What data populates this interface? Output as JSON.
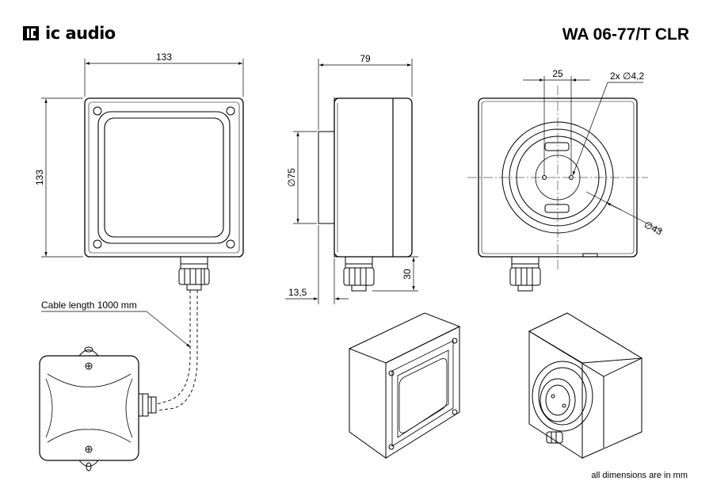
{
  "header": {
    "brand": "ic audio",
    "model": "WA 06-77/T CLR"
  },
  "dimensions": {
    "front_width": "133",
    "front_height": "133",
    "side_depth": "79",
    "side_diameter": "∅75",
    "gland_offset": "13,5",
    "gland_height": "30",
    "hole_spacing": "25",
    "holes": "2x  ∅4,2",
    "back_diameter": "∅43"
  },
  "annotations": {
    "cable": "Cable length 1000 mm"
  },
  "footer": {
    "note": "all dimensions are in mm"
  },
  "colors": {
    "line": "#000000",
    "background": "#ffffff"
  }
}
